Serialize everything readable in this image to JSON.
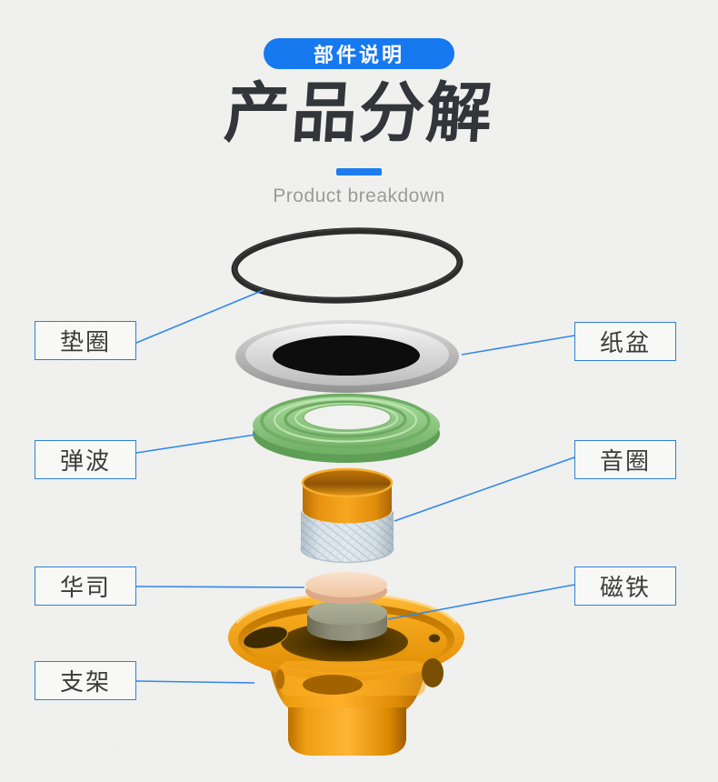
{
  "page": {
    "background_color": "#F1F1EF",
    "accent_blue": "#1B7CEF",
    "callout_border_blue": "#2E80D2",
    "leader_line_blue": "#3188E8"
  },
  "header": {
    "badge": "部件说明",
    "title": "产品分解",
    "subtitle": "Product breakdown"
  },
  "callouts": [
    {
      "text": "垫圈",
      "side": "left"
    },
    {
      "text": "纸盆",
      "side": "right"
    },
    {
      "text": "弹波",
      "side": "left"
    },
    {
      "text": "音圈",
      "side": "right"
    },
    {
      "text": "华司",
      "side": "left"
    },
    {
      "text": "磁铁",
      "side": "right"
    },
    {
      "text": "支架",
      "side": "left"
    }
  ],
  "part_colors": {
    "gasket_ring": "#2C2C2C",
    "paper_cone_silver": "#D9D9D9",
    "cone_center_black": "#0D0D0D",
    "spider_green": "#9ED292",
    "voice_coil_orange": "#F5A31C",
    "voice_coil_weave": "#DFE8EE",
    "washer_peach": "#F4D3B4",
    "magnet_gray": "#A8AB92",
    "basket_orange": "#F7A81C"
  }
}
